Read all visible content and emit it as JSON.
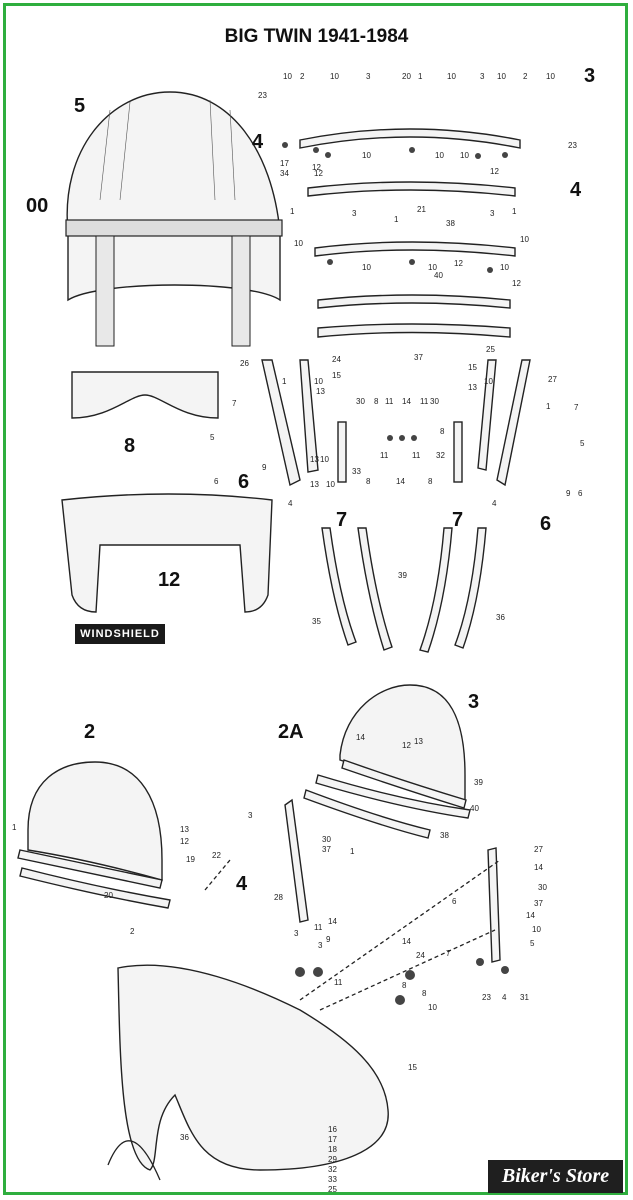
{
  "diagram": {
    "title": "BIG TWIN 1941-1984",
    "badge": "WINDSHIELD",
    "brand": "Biker's Store",
    "callouts": [
      "00",
      "5",
      "4",
      "3",
      "4",
      "8",
      "6",
      "7",
      "7",
      "6",
      "12",
      "2",
      "2A",
      "3",
      "4"
    ],
    "small_labels": [
      "10",
      "2",
      "10",
      "3",
      "20",
      "1",
      "10",
      "3",
      "10",
      "2",
      "10",
      "23",
      "10",
      "12",
      "10",
      "12",
      "10",
      "12",
      "23",
      "17",
      "34",
      "21",
      "1",
      "3",
      "1",
      "10",
      "38",
      "3",
      "1",
      "10",
      "10",
      "10",
      "12",
      "10",
      "12",
      "40",
      "37",
      "26",
      "24",
      "25",
      "27",
      "15",
      "15",
      "1",
      "10",
      "13",
      "13",
      "10",
      "1",
      "7",
      "30",
      "8",
      "11",
      "14",
      "11",
      "30",
      "8",
      "7",
      "5",
      "5",
      "9",
      "13",
      "10",
      "11",
      "14",
      "11",
      "32",
      "13",
      "10",
      "6",
      "9",
      "6",
      "4",
      "4",
      "33",
      "8",
      "8",
      "35",
      "39",
      "36",
      "14",
      "12",
      "13",
      "39",
      "40",
      "38",
      "13",
      "12",
      "19",
      "22",
      "20",
      "2",
      "1",
      "3",
      "30",
      "37",
      "1",
      "28",
      "27",
      "14",
      "30",
      "37",
      "6",
      "14",
      "10",
      "5",
      "14",
      "3",
      "11",
      "9",
      "23",
      "11",
      "3",
      "14",
      "24",
      "7",
      "8",
      "8",
      "10",
      "4",
      "31",
      "15",
      "16",
      "17",
      "18",
      "29",
      "32",
      "33",
      "25",
      "36"
    ]
  }
}
